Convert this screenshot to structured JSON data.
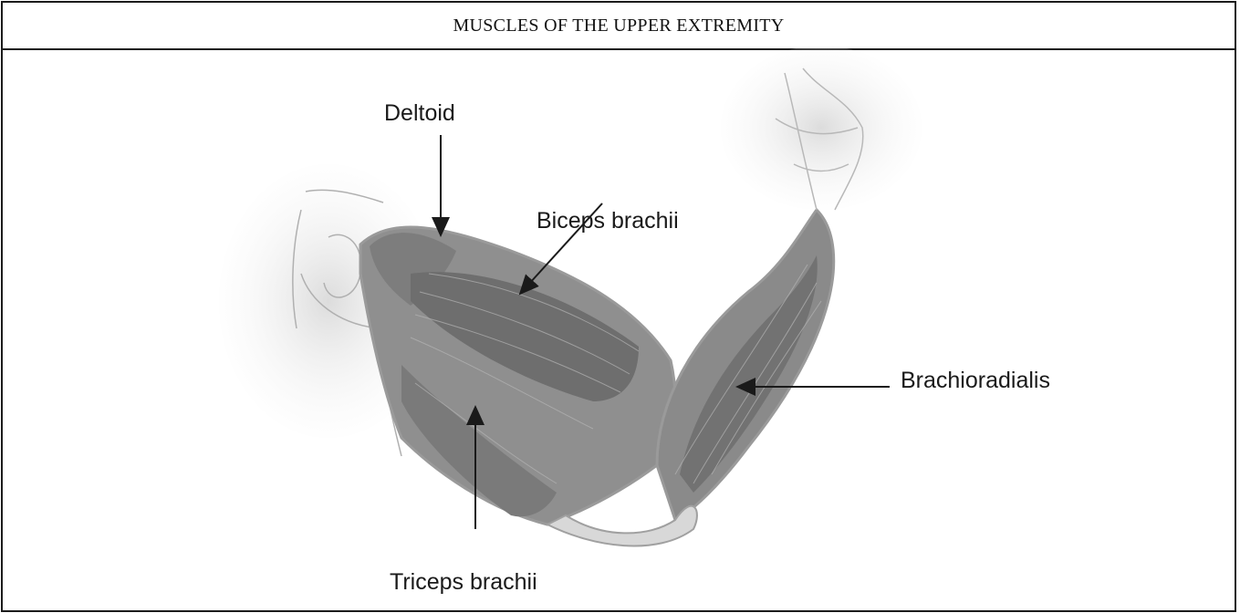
{
  "title": "MUSCLES OF THE UPPER EXTREMITY",
  "labels": {
    "deltoid": "Deltoid",
    "biceps": "Biceps brachii",
    "brachioradialis": "Brachioradialis",
    "triceps": "Triceps brachii"
  },
  "colors": {
    "muscle": "#8f8f8f",
    "muscle_dark": "#6e6e6e",
    "skin_outline": "#9a9a9a",
    "border": "#1a1a1a"
  }
}
